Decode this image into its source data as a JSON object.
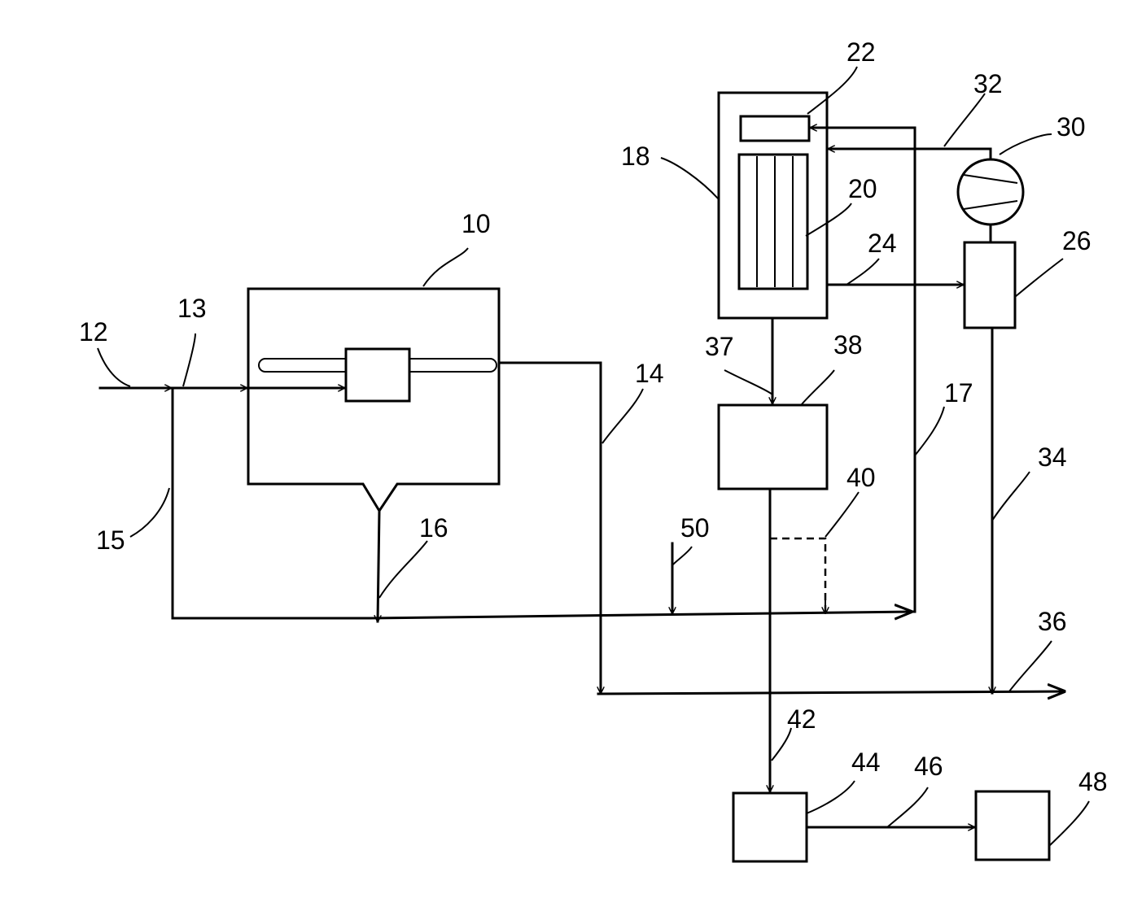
{
  "diagram": {
    "labels": {
      "n10": "10",
      "n12": "12",
      "n13": "13",
      "n14": "14",
      "n15": "15",
      "n16": "16",
      "n17": "17",
      "n18": "18",
      "n20": "20",
      "n22": "22",
      "n24": "24",
      "n26": "26",
      "n30": "30",
      "n32": "32",
      "n34": "34",
      "n36": "36",
      "n37": "37",
      "n38": "38",
      "n40": "40",
      "n42": "42",
      "n44": "44",
      "n46": "46",
      "n48": "48",
      "n50": "50"
    }
  }
}
